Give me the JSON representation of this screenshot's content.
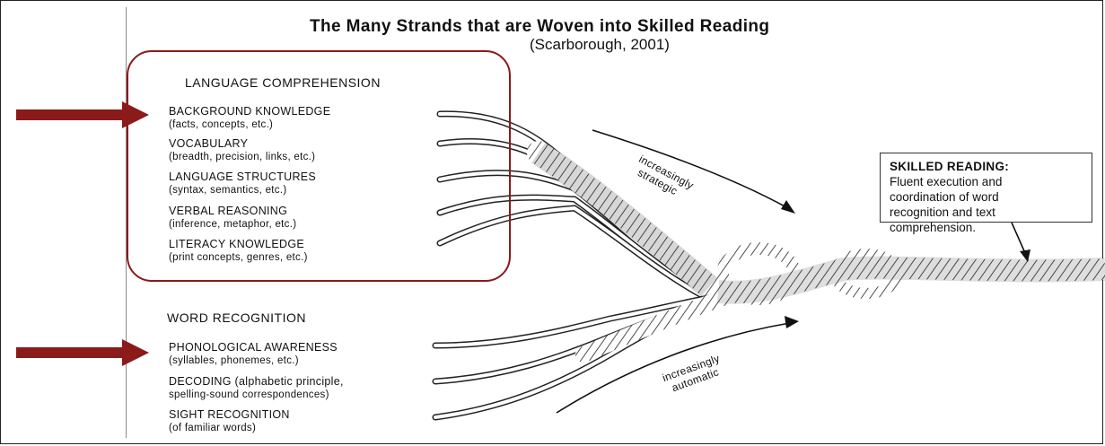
{
  "diagram": {
    "title": "The Many Strands that are Woven into Skilled Reading",
    "citation": "(Scarborough, 2001)",
    "language_comprehension": {
      "heading": "LANGUAGE COMPREHENSION",
      "strands": [
        {
          "name": "BACKGROUND KNOWLEDGE",
          "detail": "(facts, concepts, etc.)"
        },
        {
          "name": "VOCABULARY",
          "detail": "(breadth, precision, links, etc.)"
        },
        {
          "name": "LANGUAGE STRUCTURES",
          "detail": "(syntax, semantics, etc.)"
        },
        {
          "name": "VERBAL REASONING",
          "detail": "(inference, metaphor, etc.)"
        },
        {
          "name": "LITERACY KNOWLEDGE",
          "detail": "(print concepts, genres, etc.)"
        }
      ]
    },
    "word_recognition": {
      "heading": "WORD RECOGNITION",
      "strands": [
        {
          "name": "PHONOLOGICAL AWARENESS",
          "detail": "(syllables, phonemes, etc.)"
        },
        {
          "name": "DECODING (alphabetic principle,",
          "detail": "spelling-sound correspondences)"
        },
        {
          "name": "SIGHT RECOGNITION",
          "detail": "(of familiar words)"
        }
      ]
    },
    "labels": {
      "strategic_1": "increasingly",
      "strategic_2": "strategic",
      "automatic_1": "increasingly",
      "automatic_2": "automatic"
    },
    "skilled_reading": {
      "title": "SKILLED READING:",
      "lines": [
        "Fluent execution and",
        "coordination of word",
        "recognition and text",
        "comprehension."
      ]
    },
    "colors": {
      "highlight": "#8b1a1a",
      "ink": "#111111"
    },
    "icons": [
      "red-arrow-icon",
      "red-arrow-icon",
      "rope-illustration"
    ]
  }
}
